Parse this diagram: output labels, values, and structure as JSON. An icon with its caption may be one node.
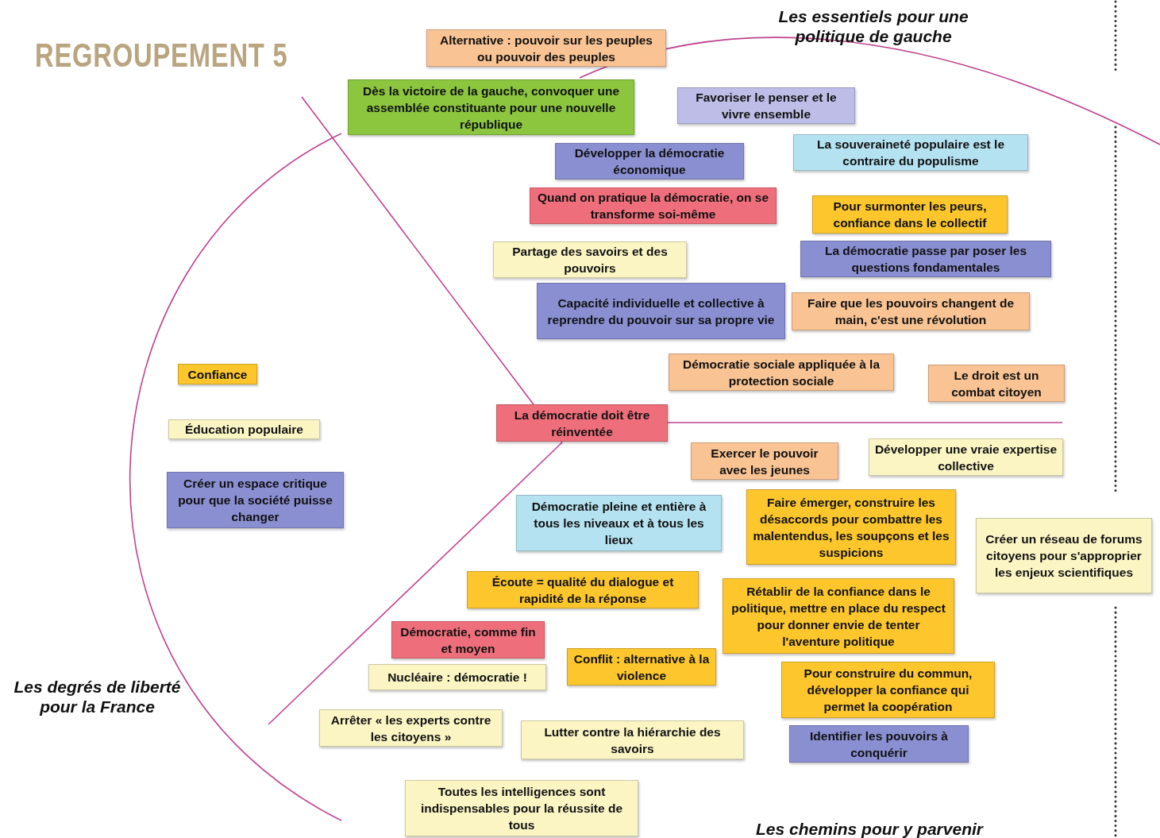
{
  "diagram": {
    "title": "REGROUPEMENT 5",
    "nodes": [
      {
        "text": [
          "Alternative : pouvoir sur les peuples ou pouvoir des peuples"
        ]
      },
      {
        "text": [
          "Dès la victoire de la gauche, convoquer une assemblée constituante pour une nouvelle république"
        ]
      },
      {
        "text": [
          "Favoriser le penser et le vivre ensemble"
        ]
      },
      {
        "text": [
          "Développer la démocratie économique"
        ]
      },
      {
        "text": [
          "La souveraineté populaire est le contraire du populisme"
        ]
      },
      {
        "text": [
          "Quand on pratique la démocratie, on se transforme soi-même"
        ]
      },
      {
        "text": [
          "Pour surmonter les peurs, confiance dans le collectif"
        ]
      },
      {
        "text": [
          "Partage des savoirs et des pouvoirs"
        ]
      },
      {
        "text": [
          "La démocratie passe par poser les questions fondamentales"
        ]
      },
      {
        "text": [
          "Capacité individuelle et collective à reprendre du pouvoir sur sa propre vie"
        ]
      },
      {
        "text": [
          "Faire que les pouvoirs changent de main, c'est une révolution"
        ]
      },
      {
        "text": [
          "Confiance"
        ]
      },
      {
        "text": [
          "Démocratie sociale appliquée à la protection sociale"
        ]
      },
      {
        "text": [
          "Le droit est un combat citoyen"
        ]
      },
      {
        "text": [
          "Éducation populaire"
        ]
      },
      {
        "text": [
          "La démocratie doit être réinventée"
        ]
      },
      {
        "text": [
          "Exercer le pouvoir avec les jeunes"
        ]
      },
      {
        "text": [
          "Développer une vraie expertise collective"
        ]
      },
      {
        "text": [
          "Créer un espace critique pour que la société puisse changer"
        ]
      },
      {
        "text": [
          "Démocratie pleine et entière à tous les niveaux et à tous les lieux"
        ]
      },
      {
        "text": [
          "Faire émerger, construire les désaccords pour combattre les malentendus, les soupçons et les suspicions"
        ]
      },
      {
        "text": [
          "Créer un réseau de forums citoyens pour s'approprier les enjeux scientifiques"
        ]
      },
      {
        "text": [
          "Écoute = qualité du dialogue et rapidité de la réponse"
        ]
      },
      {
        "text": [
          "Rétablir de la confiance dans le politique, mettre en place du respect pour donner envie de tenter l'aventure politique"
        ]
      },
      {
        "text": [
          "Démocratie, comme fin et moyen"
        ]
      },
      {
        "text": [
          "Conflit : alternative à la violence"
        ]
      },
      {
        "text": [
          "Nucléaire : démocratie !"
        ]
      },
      {
        "text": [
          "Pour construire du commun, développer la confiance qui permet la coopération"
        ]
      },
      {
        "text": [
          "Arrêter « les experts contre les citoyens »"
        ]
      },
      {
        "text": [
          "Lutter contre la hiérarchie des savoirs"
        ]
      },
      {
        "text": [
          "Identifier les pouvoirs à conquérir"
        ]
      },
      {
        "text": [
          "Toutes les intelligences sont indispensables pour la réussite de tous"
        ]
      }
    ],
    "labels": [
      "Les essentiels pour une politique de gauche",
      "Les degrés de liberté pour la France",
      "Les chemins pour y parvenir"
    ]
  }
}
